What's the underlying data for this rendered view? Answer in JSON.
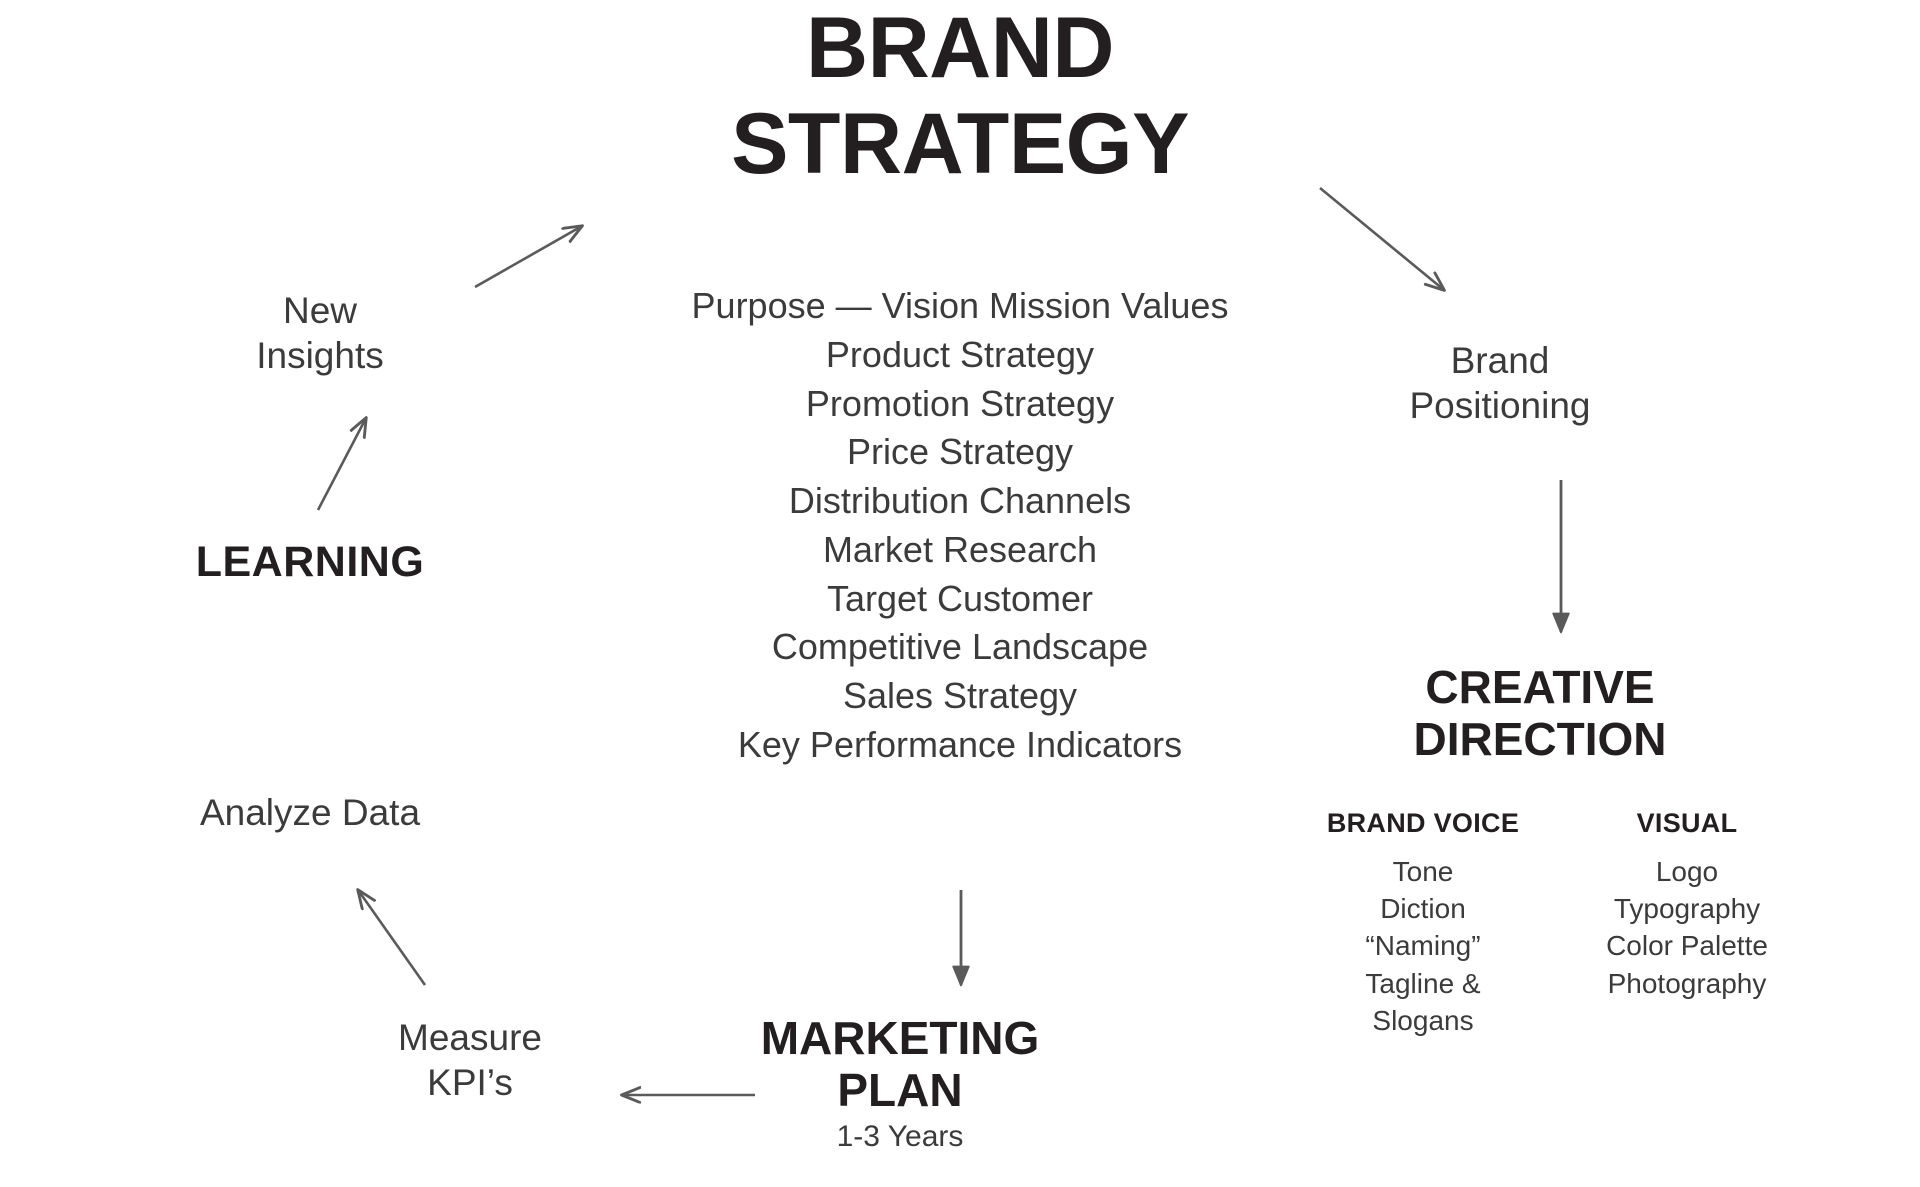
{
  "diagram": {
    "title": "BRAND STRATEGY",
    "title_line1": "BRAND",
    "title_line2": "STRATEGY"
  },
  "brand_strategy": {
    "items": [
      "Purpose — Vision Mission Values",
      "Product Strategy",
      "Promotion Strategy",
      "Price Strategy",
      "Distribution Channels",
      "Market Research",
      "Target Customer",
      "Competitive Landscape",
      "Sales Strategy",
      "Key Performance Indicators"
    ]
  },
  "brand_positioning": {
    "line1": "Brand",
    "line2": "Positioning"
  },
  "creative_direction": {
    "heading_line1": "CREATIVE",
    "heading_line2": "DIRECTION",
    "columns": [
      {
        "heading": "BRAND VOICE",
        "items": [
          "Tone",
          "Diction",
          "“Naming”",
          "Tagline &",
          "Slogans"
        ]
      },
      {
        "heading": "VISUAL",
        "items": [
          "Logo",
          "Typography",
          "Color Palette",
          "Photography"
        ]
      }
    ]
  },
  "marketing_plan": {
    "line1": "MARKETING",
    "line2": "PLAN",
    "caption": "1-3 Years"
  },
  "measure_kpis": {
    "line1": "Measure",
    "line2": "KPI’s"
  },
  "analyze_data": {
    "label": "Analyze Data"
  },
  "learning": {
    "label": "LEARNING"
  },
  "new_insights": {
    "line1": "New",
    "line2": "Insights"
  },
  "colors": {
    "background": "#ffffff",
    "heading_text": "#231f20",
    "body_text": "#3b3b3b",
    "arrow": "#5a5a5a"
  }
}
